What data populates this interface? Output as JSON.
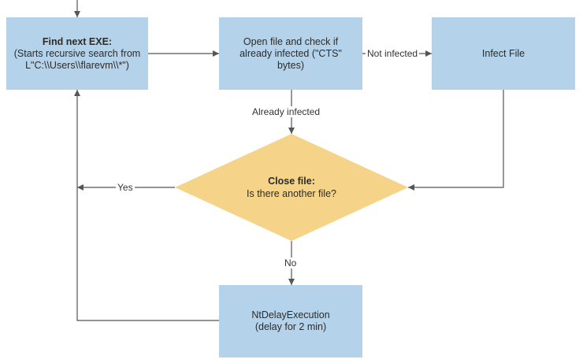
{
  "colors": {
    "box": "#b4d3ea",
    "decision": "#f5d48a",
    "line": "#555555"
  },
  "nodes": {
    "find_exe": {
      "title": "Find next EXE:",
      "text": "(Starts recursive search from L\"C:\\\\Users\\\\flarevm\\\\*\")"
    },
    "open_file": {
      "text": "Open file and check if already infected (\"CTS\" bytes)"
    },
    "infect": {
      "text": "Infect File"
    },
    "close_file": {
      "title": "Close file:",
      "text": "Is there another file?"
    },
    "delay": {
      "line1": "NtDelayExecution",
      "line2": "(delay for 2 min)"
    }
  },
  "edges": {
    "not_infected": "Not infected",
    "already_infected": "Already infected",
    "yes": "Yes",
    "no": "No"
  }
}
